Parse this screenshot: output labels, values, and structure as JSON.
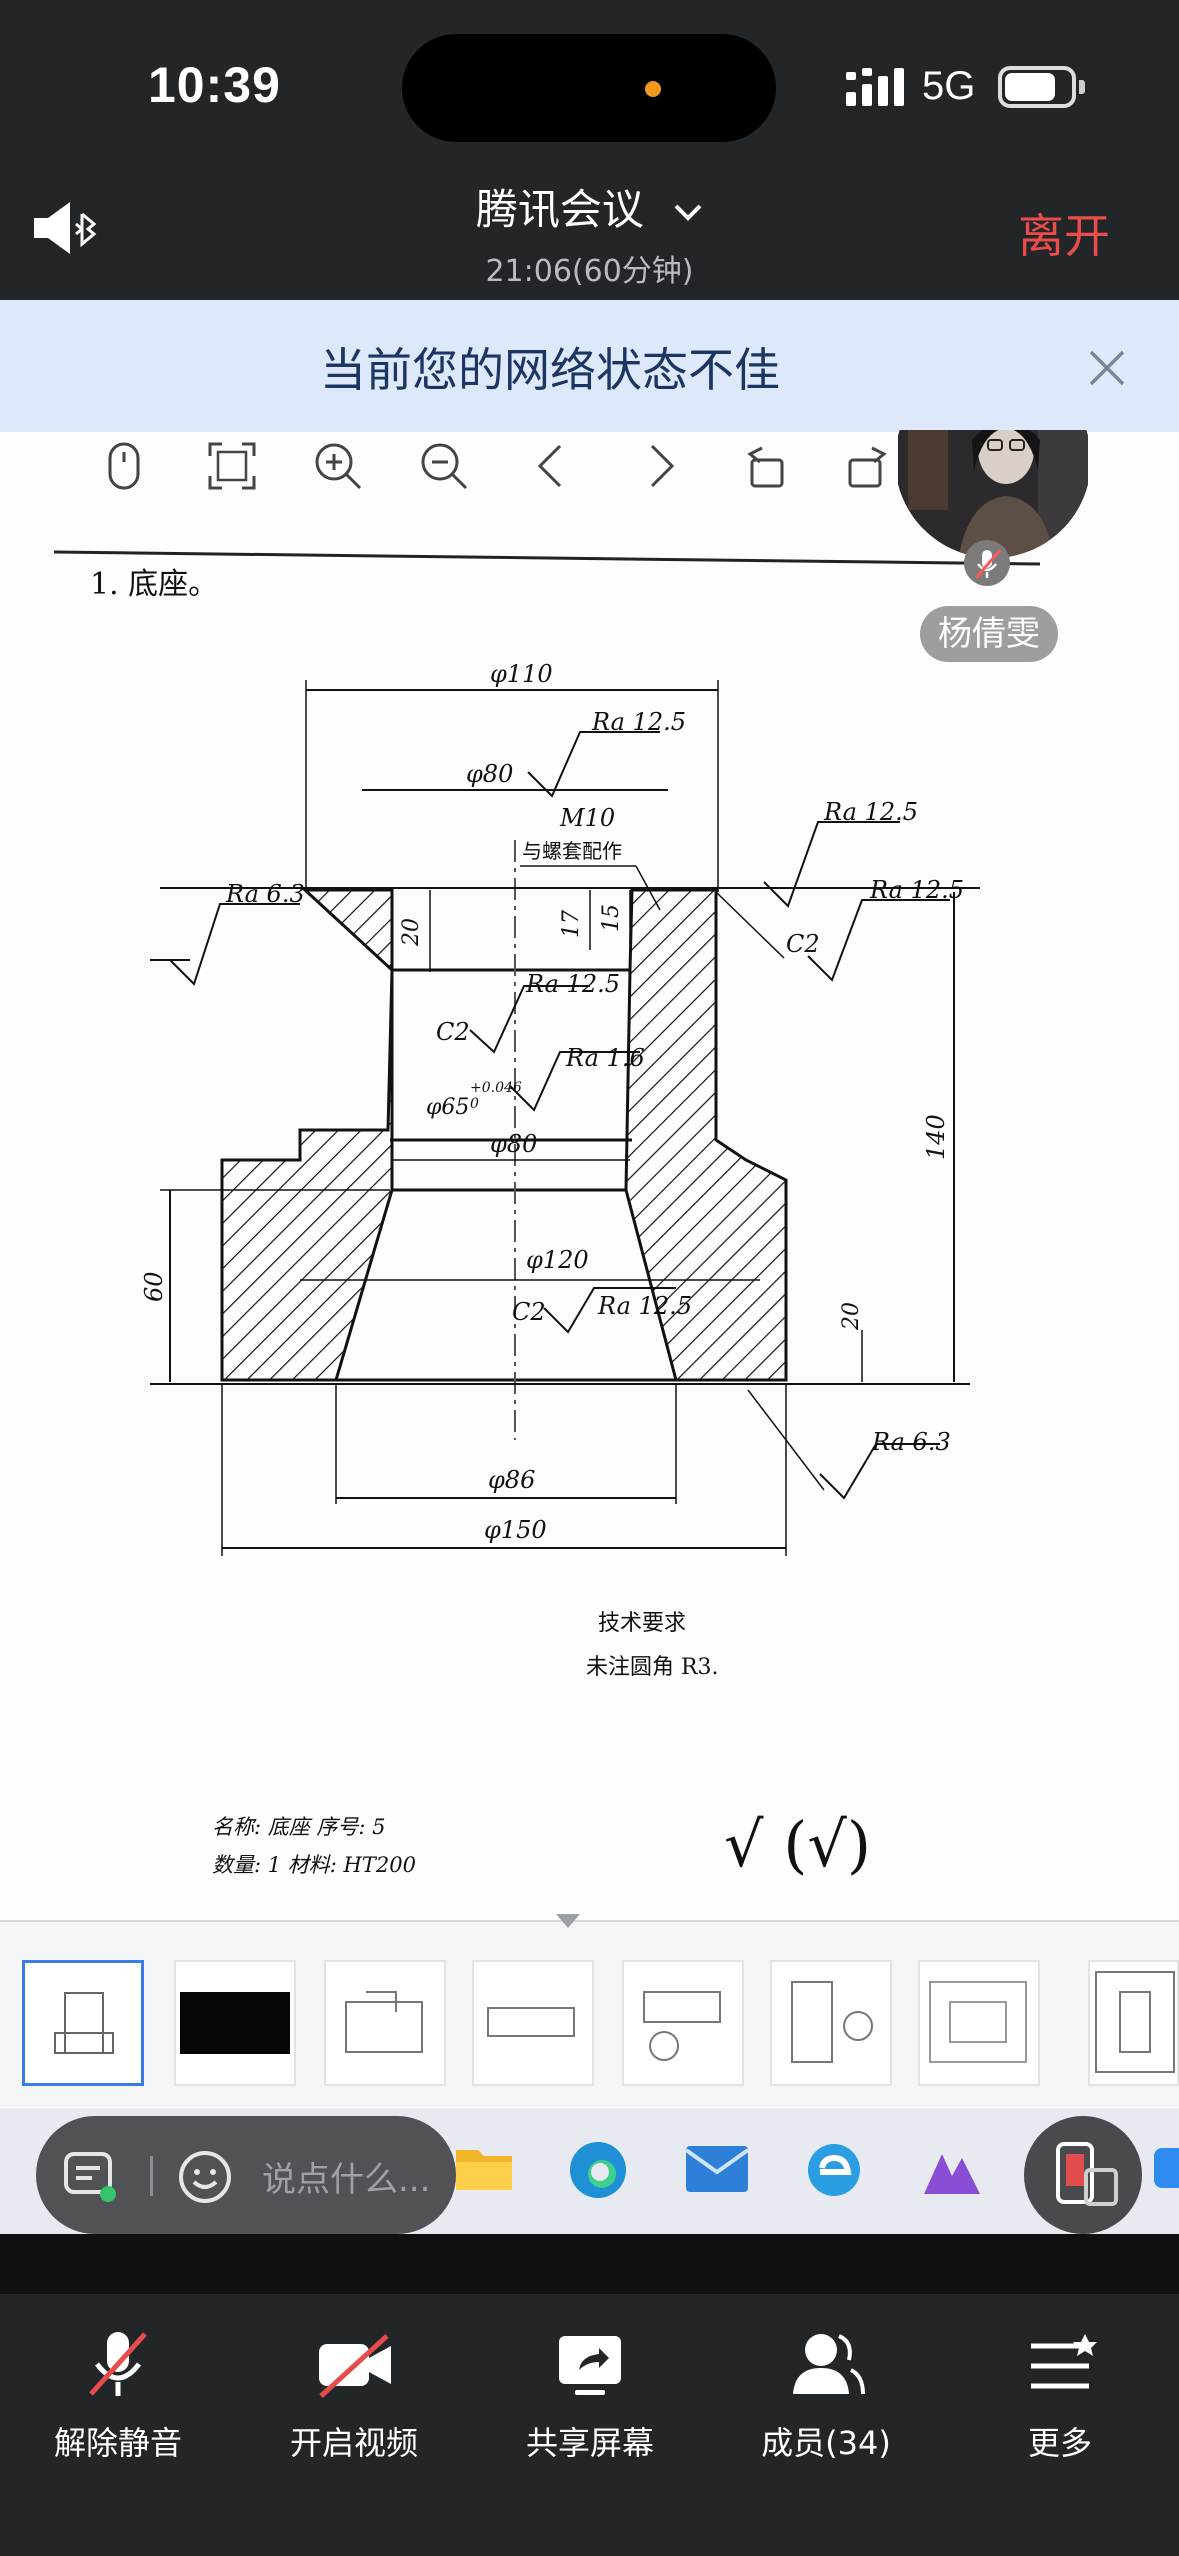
{
  "status_bar": {
    "time": "10:39",
    "network": "5G"
  },
  "header": {
    "title": "腾讯会议",
    "subtitle": "21:06(60分钟)",
    "leave_label": "离开"
  },
  "banner": {
    "text": "当前您的网络状态不佳"
  },
  "viewer_toolbar": {
    "icons": [
      "mouse-icon",
      "fullscreen-icon",
      "zoom-in-icon",
      "zoom-out-icon",
      "prev-icon",
      "next-icon",
      "rotate-left-icon",
      "rotate-right-icon"
    ]
  },
  "participant": {
    "name": "杨倩雯"
  },
  "drawing": {
    "heading": "1. 底座。",
    "dims": {
      "d110": "φ110",
      "d80top": "φ80",
      "m10": "M10",
      "m10_note": "与螺套配作",
      "ra125_a": "Ra 12.5",
      "ra125_b": "Ra 12.5",
      "ra125_c": "Ra 12.5",
      "ra125_d": "Ra 12.5",
      "ra125_e": "Ra 12.5",
      "ra63_a": "Ra 6.3",
      "ra63_b": "Ra 6.3",
      "ra16": "Ra 1.6",
      "c2_a": "C2",
      "c2_b": "C2",
      "c2_c": "C2",
      "h20a": "20",
      "h17": "17",
      "h15": "15",
      "h140": "140",
      "h60": "60",
      "h20b": "20",
      "d65": "φ65",
      "d65_tol": "+0.046",
      "d65_tol2": "0",
      "d80mid": "φ80",
      "d120": "φ120",
      "d86": "φ86",
      "d150": "φ150"
    },
    "tech_title": "技术要求",
    "tech_note": "未注圆角 R3.",
    "info_line1": "名称: 底座   序号:   5",
    "info_line2": "数量:   1    材料: HT200",
    "checks": "√ (√)"
  },
  "chat": {
    "placeholder": "说点什么..."
  },
  "bottom_bar": {
    "unmute": "解除静音",
    "video": "开启视频",
    "share": "共享屏幕",
    "members": "成员(34)",
    "more": "更多"
  },
  "colors": {
    "accent_red": "#ec4c4c",
    "banner_bg": "#dde9fb",
    "bar_bg": "#232629"
  }
}
